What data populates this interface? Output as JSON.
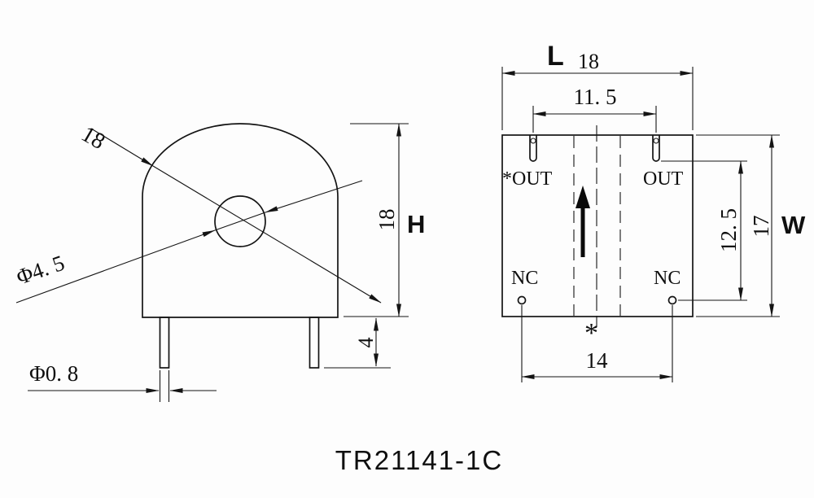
{
  "title": "TR21141-1C",
  "colors": {
    "line": "#141414",
    "background": "#fdfdfd"
  },
  "front_view": {
    "core_outer_dia": "18",
    "hole_dia": "Φ4. 5",
    "pin_dia": "Φ0. 8",
    "height_value": "18",
    "height_label": "H",
    "pin_length": "4"
  },
  "bottom_view": {
    "length_label": "L",
    "length_value": "18",
    "pin_pitch_top": "11. 5",
    "pin_out_left": "*OUT",
    "pin_out_right": "OUT",
    "pin_nc_left": "NC",
    "pin_nc_right": "NC",
    "row_pitch": "12. 5",
    "width_value": "17",
    "width_label": "W",
    "polarity_mark": "*",
    "pin_pitch_bottom": "14"
  }
}
